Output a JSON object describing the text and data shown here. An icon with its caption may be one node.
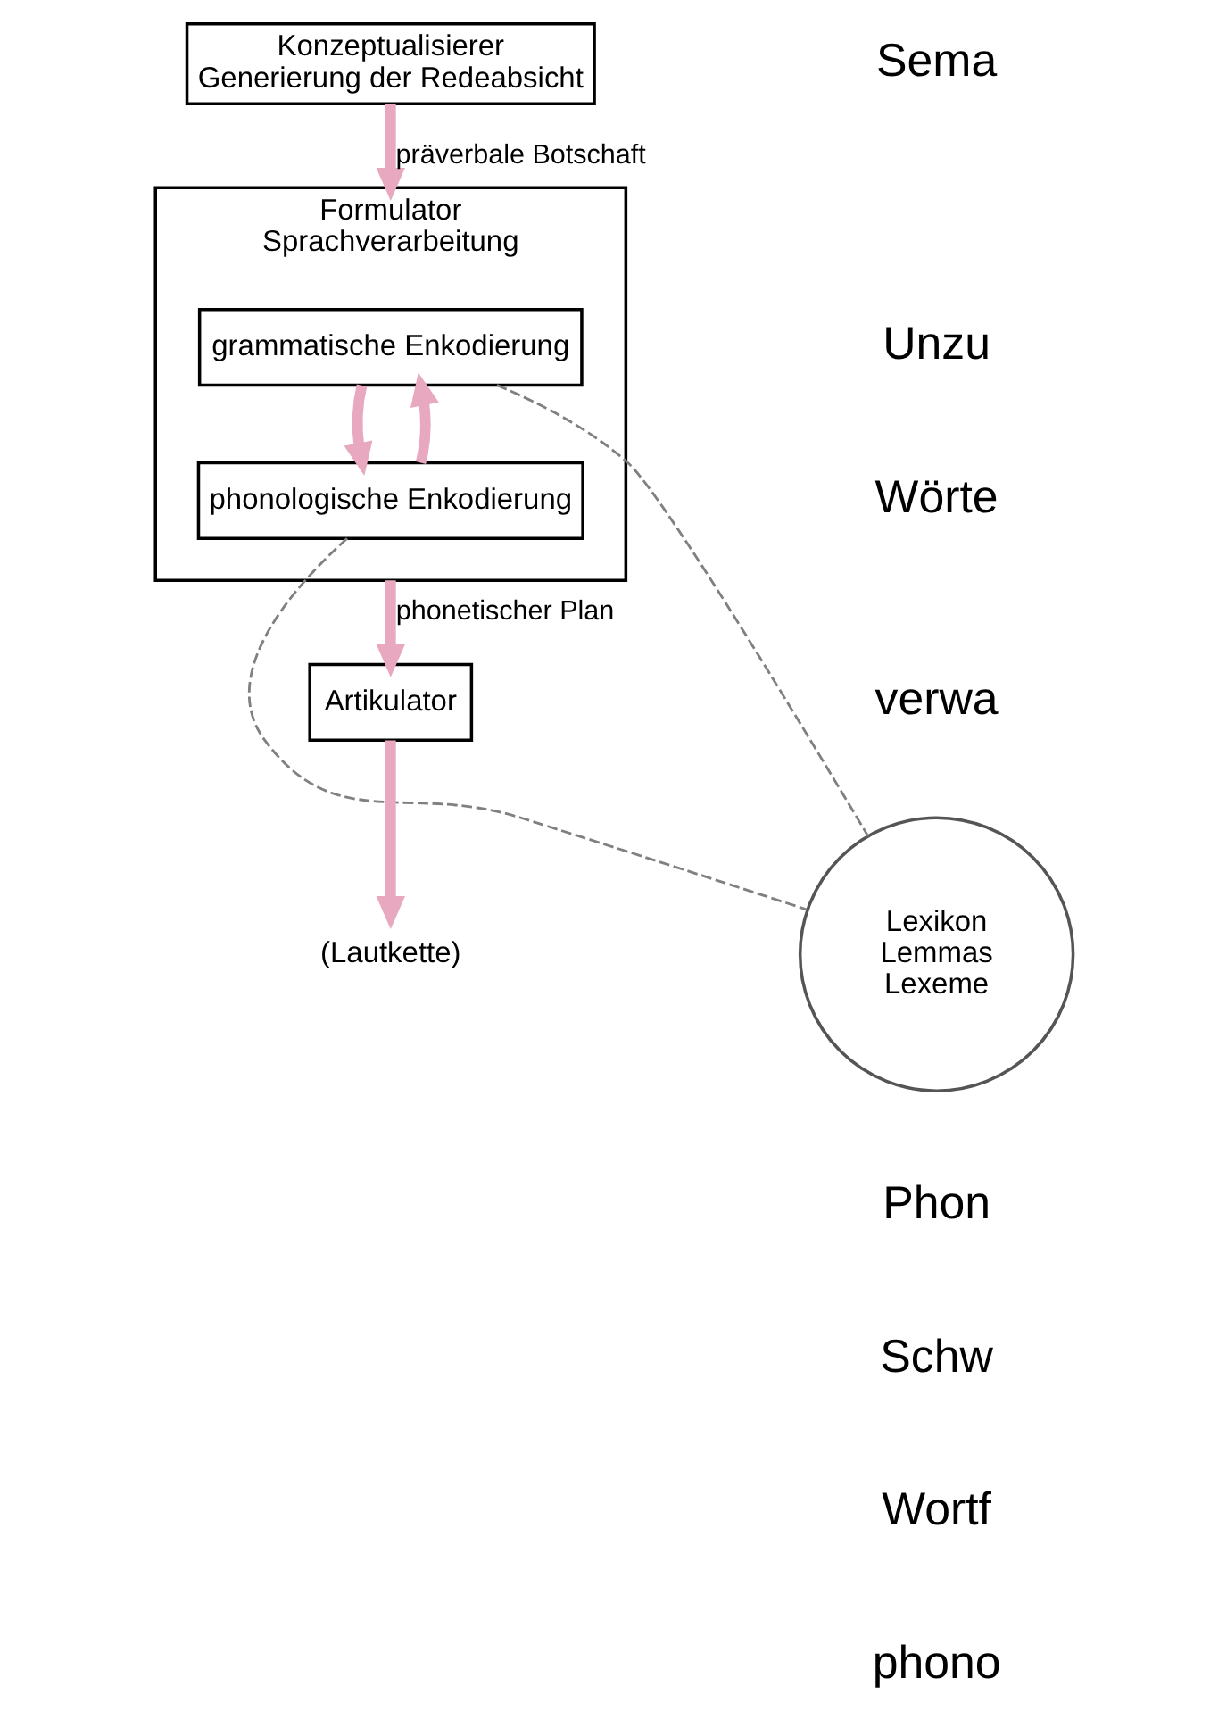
{
  "diagram": {
    "nodes": [
      {
        "text": [
          "Konzeptualisierer",
          "Generierung der Redeabsicht"
        ]
      },
      {
        "text": [
          "Formulator",
          "Sprachverarbeitung"
        ]
      },
      {
        "text": [
          "grammatische Enkodierung"
        ],
        "in": 1
      },
      {
        "text": [
          "phonologische Enkodierung"
        ],
        "in": 1
      },
      {
        "text": [
          "Lexikon",
          "Lemmas",
          "Lexeme"
        ]
      },
      {
        "text": [
          "Artikulator"
        ]
      },
      {
        "text": [
          "(Lautkette)"
        ]
      }
    ],
    "edges": [
      {
        "from": 0,
        "to": 1,
        "arrow": "to",
        "label": "präverbale Botschaft"
      },
      {
        "from": 2,
        "to": 3,
        "arrow": "to"
      },
      {
        "from": 3,
        "to": 2,
        "arrow": "to"
      },
      {
        "from": 2,
        "to": 4,
        "arrow": "none",
        "style": "dashed",
        "color": "#808080"
      },
      {
        "from": 3,
        "to": 4,
        "arrow": "none",
        "style": "dashed",
        "color": "#808080"
      },
      {
        "from": 1,
        "to": 5,
        "arrow": "to",
        "label": "phonetischer Plan"
      },
      {
        "from": 5,
        "to": 6,
        "arrow": "to"
      }
    ],
    "labels": [
      "Sema",
      "Unzu",
      "Wörte",
      "verwa",
      "Phon",
      "Schw",
      "Wortf",
      "phono"
    ]
  }
}
